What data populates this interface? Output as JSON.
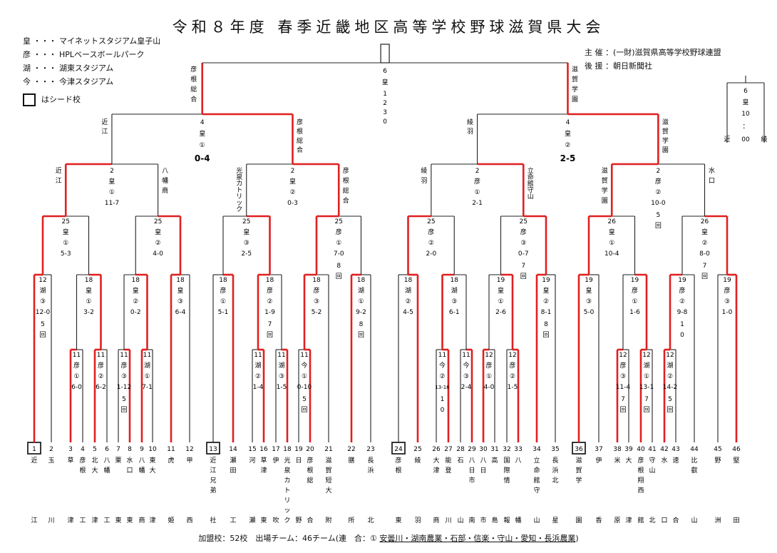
{
  "title": "令和８年度 春季近畿地区高等学校野球滋賀県大会",
  "legend": [
    {
      "abbr": "皇",
      "name": "マイネットスタジアム皇子山"
    },
    {
      "abbr": "彦",
      "name": "HPLベースボールパーク"
    },
    {
      "abbr": "湖",
      "name": "湖東スタジアム"
    },
    {
      "abbr": "今",
      "name": "今津スタジアム"
    }
  ],
  "legend_sep": "・・・",
  "seed_note": "はシード校",
  "organizer": {
    "host_label": "主 催",
    "host": "：(一財)滋賀県高等学校野球連盟",
    "support_label": "後 援",
    "support": "：朝日新聞社"
  },
  "teams": [
    {
      "no": "1",
      "name": "近江",
      "seed": true
    },
    {
      "no": "2",
      "name": "玉川",
      "seed": false
    },
    {
      "no": "3",
      "name": "草津",
      "seed": false
    },
    {
      "no": "4",
      "name": "彦根工",
      "seed": false
    },
    {
      "no": "5",
      "name": "北大津",
      "seed": false
    },
    {
      "no": "6",
      "name": "八幡工",
      "seed": false
    },
    {
      "no": "7",
      "name": "栗東",
      "seed": false
    },
    {
      "no": "8",
      "name": "水口東",
      "seed": false
    },
    {
      "no": "9",
      "name": "八幡商",
      "seed": false
    },
    {
      "no": "10",
      "name": "東大津",
      "seed": false
    },
    {
      "no": "11",
      "name": "虎姫",
      "seed": false
    },
    {
      "no": "12",
      "name": "甲西",
      "seed": false
    },
    {
      "no": "13",
      "name": "近江兄弟社",
      "seed": true
    },
    {
      "no": "14",
      "name": "瀬田工",
      "seed": false
    },
    {
      "no": "15",
      "name": "河瀬",
      "seed": false
    },
    {
      "no": "16",
      "name": "草津東",
      "seed": false
    },
    {
      "no": "17",
      "name": "伊吹",
      "seed": false
    },
    {
      "no": "18",
      "name": "光泉カトリック",
      "seed": false
    },
    {
      "no": "19",
      "name": "日野",
      "seed": false
    },
    {
      "no": "20",
      "name": "彦根総合",
      "seed": false
    },
    {
      "no": "21",
      "name": "滋賀短大附",
      "seed": false
    },
    {
      "no": "22",
      "name": "膳所",
      "seed": false
    },
    {
      "no": "23",
      "name": "長浜北",
      "seed": false
    },
    {
      "no": "24",
      "name": "彦根東",
      "seed": true
    },
    {
      "no": "25",
      "name": "綾羽",
      "seed": false
    },
    {
      "no": "26",
      "name": "大津商",
      "seed": false
    },
    {
      "no": "27",
      "name": "能登川",
      "seed": false
    },
    {
      "no": "28",
      "name": "石山",
      "seed": false
    },
    {
      "no": "29",
      "name": "八日市南",
      "seed": false
    },
    {
      "no": "30",
      "name": "八日市",
      "seed": false
    },
    {
      "no": "31",
      "name": "高島",
      "seed": false
    },
    {
      "no": "32",
      "name": "国際情報",
      "seed": false
    },
    {
      "no": "33",
      "name": "八幡",
      "seed": false
    },
    {
      "no": "34",
      "name": "立命館守山",
      "seed": false
    },
    {
      "no": "35",
      "name": "長浜北星",
      "seed": false
    },
    {
      "no": "36",
      "name": "滋賀学園",
      "seed": true
    },
    {
      "no": "37",
      "name": "伊香",
      "seed": false
    },
    {
      "no": "38",
      "name": "米原",
      "seed": false
    },
    {
      "no": "39",
      "name": "大津",
      "seed": false
    },
    {
      "no": "40",
      "name": "彦根翔西館",
      "seed": false
    },
    {
      "no": "41",
      "name": "守山北",
      "seed": false
    },
    {
      "no": "42",
      "name": "水口",
      "seed": false
    },
    {
      "no": "43",
      "name": "速合",
      "seed": false
    },
    {
      "no": "44",
      "name": "比叡山",
      "seed": false
    },
    {
      "no": "45",
      "name": "野洲",
      "seed": false
    },
    {
      "no": "46",
      "name": "堅田",
      "seed": false
    }
  ],
  "games": {
    "r1": [
      {
        "date": "11",
        "venue": "彦",
        "num": "①",
        "score": "6-0"
      },
      {
        "date": "11",
        "venue": "彦",
        "num": "②",
        "score": "6-2"
      },
      {
        "date": "11",
        "venue": "彦",
        "num": "③",
        "score": "1-12",
        "note": "5回"
      },
      {
        "date": "11",
        "venue": "湖",
        "num": "①",
        "score": "7-1"
      },
      {
        "date": "11",
        "venue": "湖",
        "num": "②",
        "score": "1-4"
      },
      {
        "date": "11",
        "venue": "湖",
        "num": "③",
        "score": "1-5"
      },
      {
        "date": "11",
        "venue": "今",
        "num": "①",
        "score": "0-10",
        "note": "5回"
      },
      {
        "date": "11",
        "venue": "今",
        "num": "②",
        "score": "13-16",
        "note": "10回"
      },
      {
        "date": "11",
        "venue": "今",
        "num": "③",
        "score": "2-4"
      },
      {
        "date": "12",
        "venue": "彦",
        "num": "①",
        "score": "4-0"
      },
      {
        "date": "12",
        "venue": "彦",
        "num": "②",
        "score": "1-5"
      },
      {
        "date": "12",
        "venue": "彦",
        "num": "③",
        "score": "11-4",
        "note": "7回"
      },
      {
        "date": "12",
        "venue": "湖",
        "num": "①",
        "score": "13-1",
        "note": "7回"
      },
      {
        "date": "12",
        "venue": "湖",
        "num": "②",
        "score": "14-2",
        "note": "5回"
      }
    ],
    "r2": [
      {
        "date": "12",
        "venue": "湖",
        "num": "③",
        "score": "12-0",
        "note": "5回"
      },
      {
        "date": "18",
        "venue": "皇",
        "num": "①",
        "score": "3-2"
      },
      {
        "date": "18",
        "venue": "皇",
        "num": "②",
        "score": "0-2"
      },
      {
        "date": "18",
        "venue": "皇",
        "num": "③",
        "score": "6-4"
      },
      {
        "date": "18",
        "venue": "彦",
        "num": "①",
        "score": "5-1"
      },
      {
        "date": "18",
        "venue": "彦",
        "num": "②",
        "score": "1-9",
        "note": "7回"
      },
      {
        "date": "18",
        "venue": "彦",
        "num": "③",
        "score": "5-2"
      },
      {
        "date": "18",
        "venue": "湖",
        "num": "①",
        "score": "9-2",
        "note": "8回"
      },
      {
        "date": "18",
        "venue": "湖",
        "num": "②",
        "score": "4-5"
      },
      {
        "date": "18",
        "venue": "湖",
        "num": "③",
        "score": "6-1"
      },
      {
        "date": "19",
        "venue": "皇",
        "num": "①",
        "score": "2-6"
      },
      {
        "date": "19",
        "venue": "皇",
        "num": "②",
        "score": "8-1",
        "note": "8回"
      },
      {
        "date": "19",
        "venue": "皇",
        "num": "③",
        "score": "5-0"
      },
      {
        "date": "19",
        "venue": "彦",
        "num": "①",
        "score": "1-6"
      },
      {
        "date": "19",
        "venue": "彦",
        "num": "②",
        "score": "9-8",
        "note": "10回"
      },
      {
        "date": "19",
        "venue": "彦",
        "num": "③",
        "score": "1-0"
      }
    ],
    "r3": [
      {
        "date": "25",
        "venue": "皇",
        "num": "①",
        "score": "5-3"
      },
      {
        "date": "25",
        "venue": "皇",
        "num": "②",
        "score": "4-0"
      },
      {
        "date": "25",
        "venue": "皇",
        "num": "③",
        "score": "2-5"
      },
      {
        "date": "25",
        "venue": "彦",
        "num": "①",
        "score": "7-0",
        "note": "8回"
      },
      {
        "date": "25",
        "venue": "彦",
        "num": "②",
        "score": "2-0"
      },
      {
        "date": "25",
        "venue": "彦",
        "num": "③",
        "score": "0-7",
        "note": "7回"
      },
      {
        "date": "26",
        "venue": "皇",
        "num": "①",
        "score": "10-4"
      },
      {
        "date": "26",
        "venue": "皇",
        "num": "②",
        "score": "8-0",
        "note": "7回"
      }
    ],
    "qf": [
      {
        "date": "2",
        "venue": "皇",
        "num": "①",
        "score": "11-7"
      },
      {
        "date": "2",
        "venue": "皇",
        "num": "②",
        "score": "0-3"
      },
      {
        "date": "2",
        "venue": "彦",
        "num": "①",
        "score": "2-1"
      },
      {
        "date": "2",
        "venue": "彦",
        "num": "②",
        "score": "10-0",
        "note": "5回"
      }
    ],
    "sf": [
      {
        "date": "4",
        "venue": "皇",
        "num": "①",
        "score": "0-4"
      },
      {
        "date": "4",
        "venue": "皇",
        "num": "②",
        "score": "2-5"
      }
    ],
    "final": {
      "date": "6",
      "venue": "皇",
      "time": "12：30"
    },
    "third": {
      "date": "6",
      "venue": "皇",
      "time": "10：00"
    }
  },
  "winners": {
    "qf_left": [
      "近江",
      "八幡商",
      "光泉カトリック",
      "彦根総合",
      "綾羽",
      "立命館守山",
      "滋賀学園",
      "水口"
    ],
    "sf": [
      "近江",
      "彦根総合",
      "綾羽",
      "滋賀学園"
    ],
    "final": [
      "彦根総合",
      "滋賀学園"
    ],
    "third": [
      "近江",
      "綾羽"
    ]
  },
  "footer": {
    "prefix": "加盟校：52校　出場チーム：46チーム(連　合：① ",
    "combined": "安曇川・湖南農業・石部・信楽・守山・愛知・長浜農業",
    "suffix": ")"
  }
}
